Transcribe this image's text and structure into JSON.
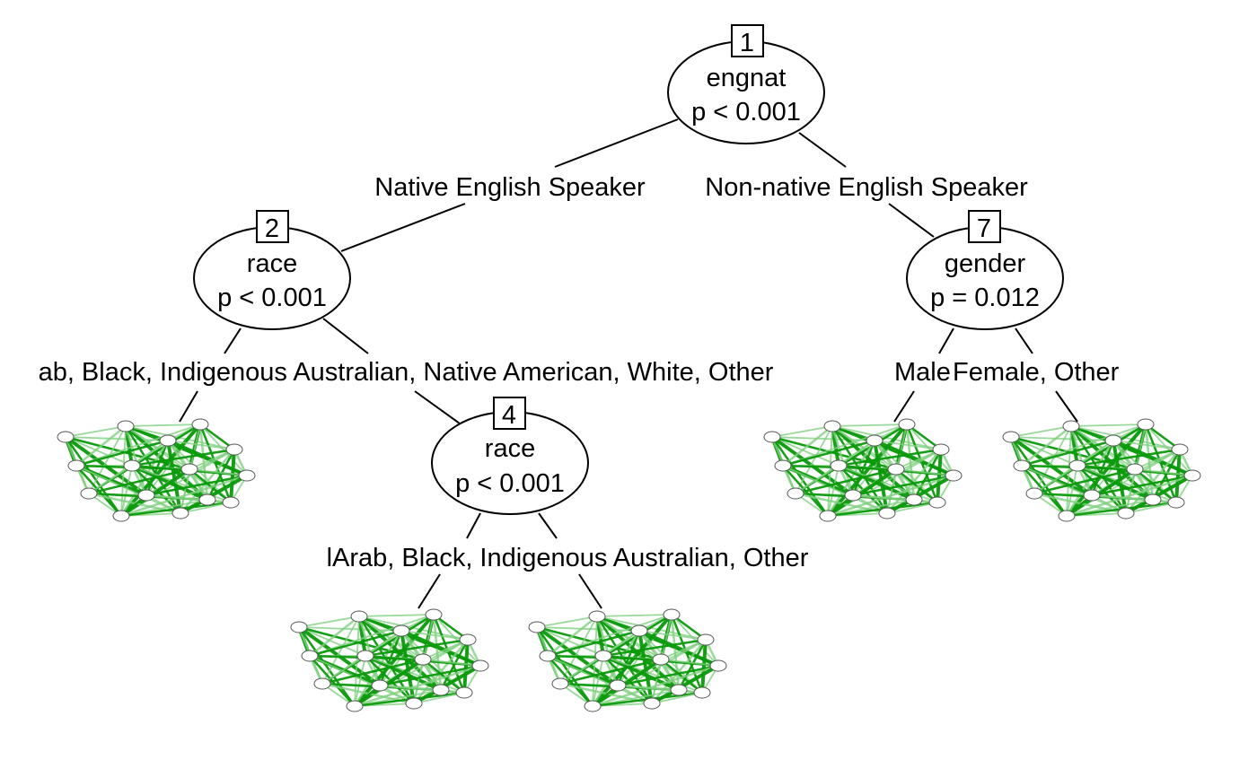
{
  "colors": {
    "network_edge_strong": "#0a9a0a",
    "network_edge_light": "#7fd07f",
    "line": "#000000"
  },
  "nodes": {
    "n1": {
      "id": "1",
      "variable": "engnat",
      "pvalue": "p < 0.001"
    },
    "n2": {
      "id": "2",
      "variable": "race",
      "pvalue": "p < 0.001"
    },
    "n4": {
      "id": "4",
      "variable": "race",
      "pvalue": "p < 0.001"
    },
    "n7": {
      "id": "7",
      "variable": "gender",
      "pvalue": "p = 0.012"
    }
  },
  "edges": {
    "e1_left": "Native English Speaker",
    "e1_right": "Non-native English Speaker",
    "e2": "ab, Black, Indigenous Australian, Native American, White, Other",
    "e4": "lArab, Black, Indigenous Australian, Other",
    "e7_left": "Male",
    "e7_right": "Female, Other"
  },
  "terminal_networks": [
    {
      "icon": "network-graph-icon"
    },
    {
      "icon": "network-graph-icon"
    },
    {
      "icon": "network-graph-icon"
    },
    {
      "icon": "network-graph-icon"
    },
    {
      "icon": "network-graph-icon"
    }
  ]
}
